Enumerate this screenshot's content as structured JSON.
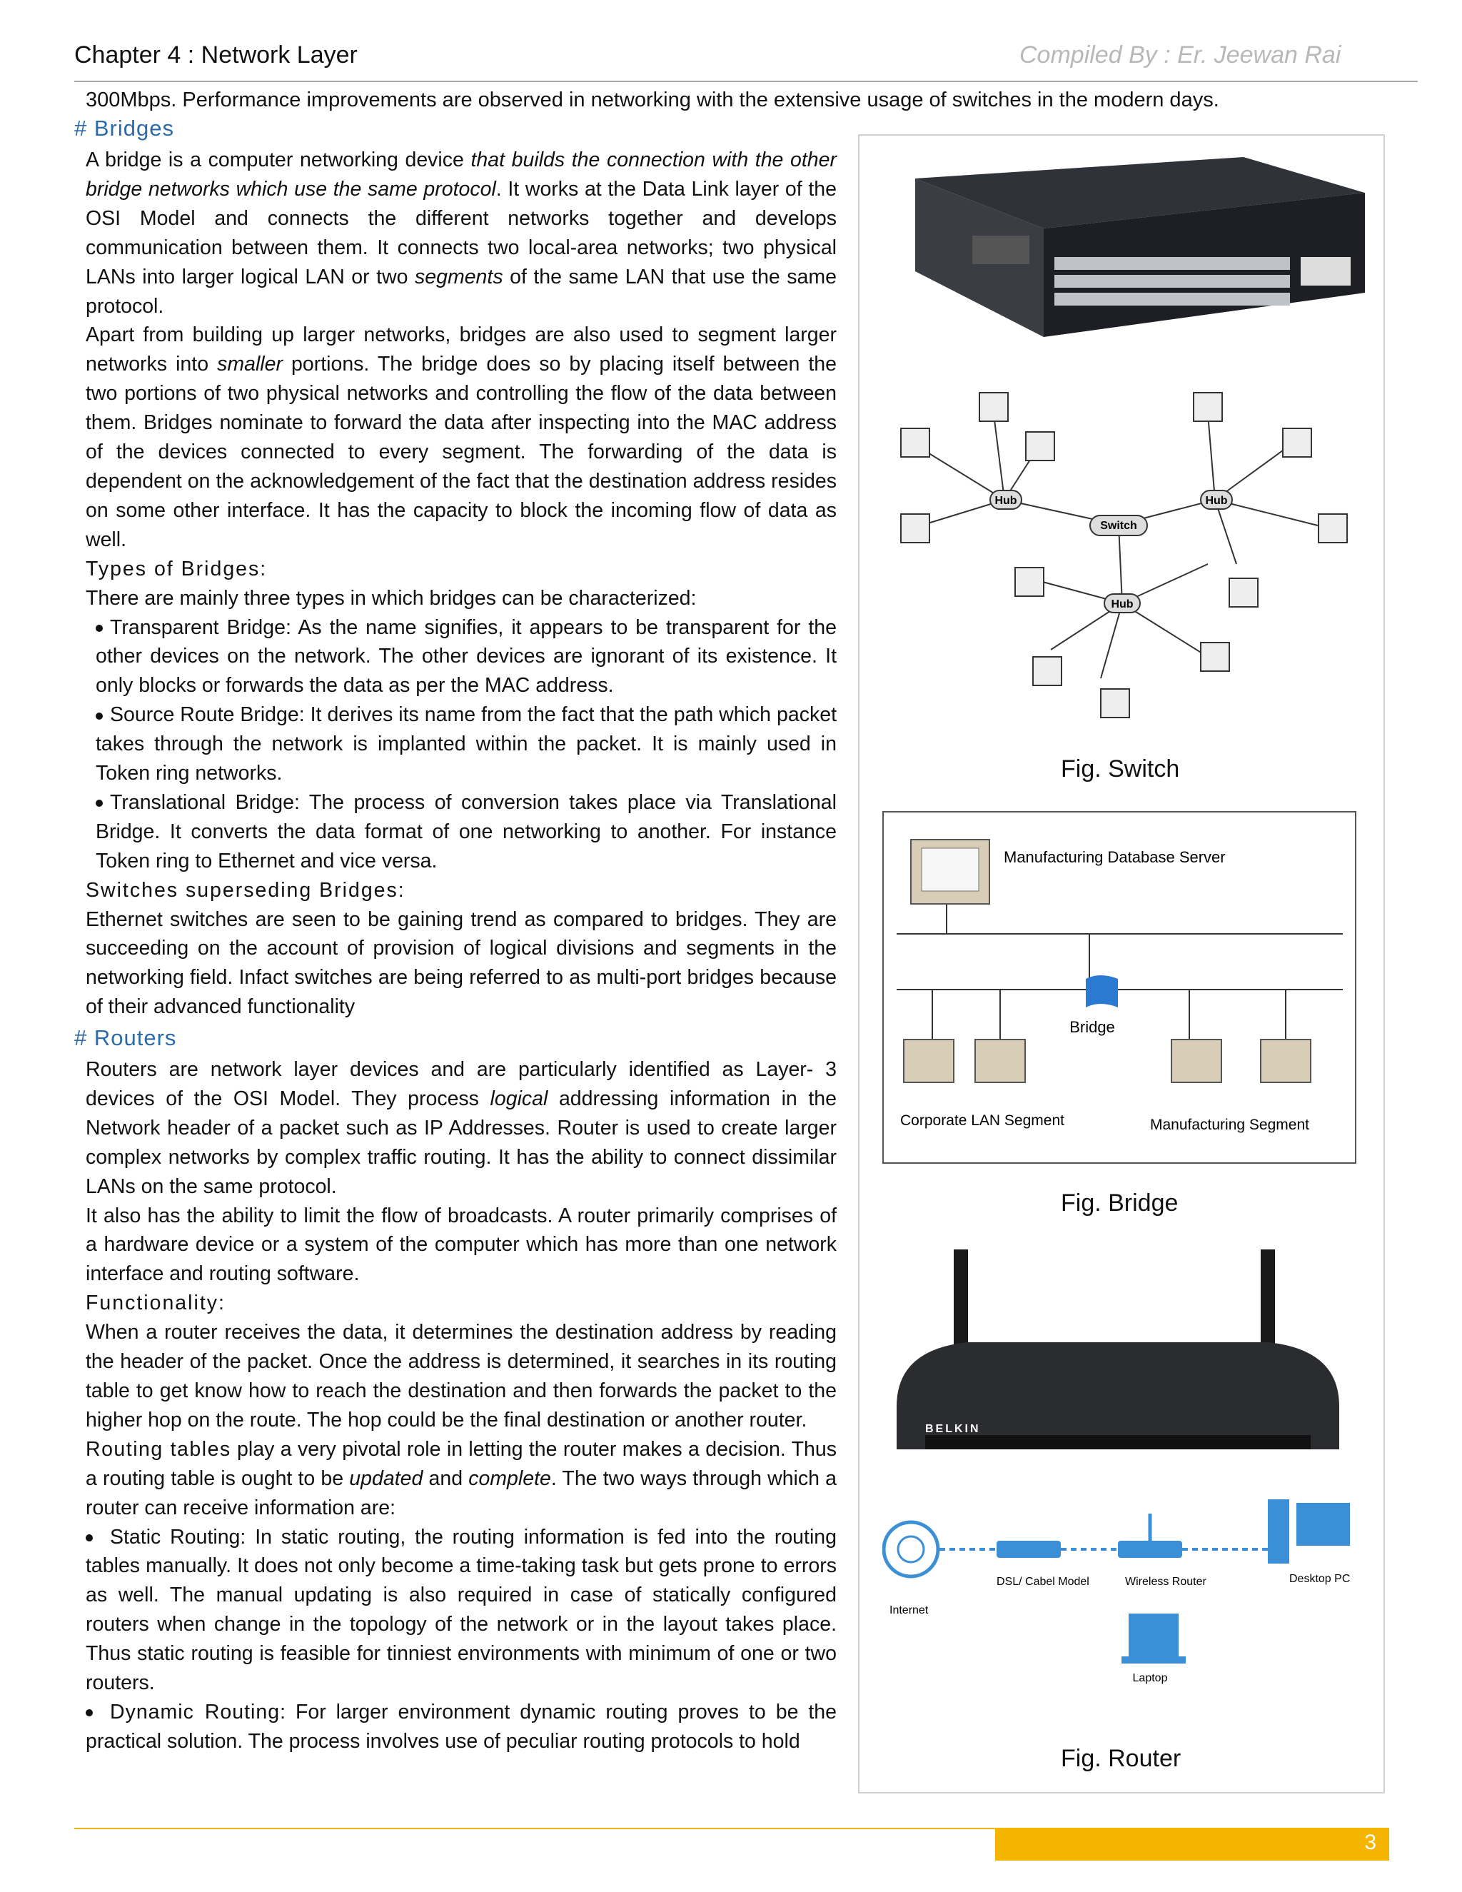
{
  "header": {
    "left": "Chapter 4 : Network Layer",
    "right": "Compiled By : Er. Jeewan Rai"
  },
  "first_line": "300Mbps. Performance improvements are observed in networking with the extensive usage of switches in the modern days.",
  "bridges": {
    "heading": "# Bridges",
    "p1a": "A bridge is a computer networking device ",
    "p1b": "that builds the connection with the other bridge networks which use the same protocol",
    "p1c": ". It works at the Data Link layer of the OSI Model and connects the different networks together and develops communication between them. It connects two local-area networks; two physical LANs into larger logical LAN or two ",
    "p1d": "segments",
    "p1e": " of the same LAN that use the same protocol.",
    "p2a": "Apart from building up larger networks, bridges are also used to segment larger networks into ",
    "p2b": "smaller",
    "p2c": " portions. The bridge does so by placing itself between the two portions of two physical networks and controlling the flow of the data between them. Bridges nominate to forward the data after inspecting into the MAC address of the devices connected to every segment. The forwarding of the data is dependent on the acknowledgement of the fact that the destination address resides on some other interface. It has the capacity to block the incoming flow of data as well.",
    "types_heading": "Types of Bridges:",
    "types_intro": "There are mainly three types in which bridges can be characterized:",
    "transparent_label": "Transparent Bridge:",
    "transparent_text": " As the name signifies, it appears to be transparent for the other devices on the network. The other devices are ignorant of its existence. It only blocks or forwards the data as per the MAC address.",
    "source_label": "Source Route Bridge:",
    "source_text": " It derives its name from the fact that the path which packet takes through the network is implanted within the packet. It is mainly used in Token ring networks.",
    "translational_label": "Translational Bridge:",
    "translational_text": " The process of conversion takes place via Translational Bridge. It converts the data format of one networking to another. For instance Token ring to Ethernet and vice versa.",
    "switches_heading": "Switches superseding Bridges:",
    "switches_a": "Ethernet switches are seen to be gaining trend as compared to bridges. They are succeeding on the account of provision of logical divisions and segments in the networking field. Infact switches are being referred to as ",
    "switches_b": "multi-port bridges",
    "switches_c": " because of their advanced functionality"
  },
  "routers": {
    "heading": "# Routers",
    "p1a": "Routers are network layer devices and are particularly identified as Layer- 3 devices of the OSI Model. They process ",
    "p1b": "logical",
    "p1c": " addressing information in the Network header of a packet such as IP Addresses. Router is used to create larger complex networks by complex traffic routing. It has the ability to connect dissimilar LANs on the same protocol.",
    "p2": "It also has the ability to limit the flow of broadcasts. A router primarily comprises of a hardware device or a system of the computer which has more than one network interface and routing software.",
    "func_heading": "Functionality:",
    "func_a": "When a router receives the data, it determines the destination address by reading the header of the packet. Once the address is determined, it searches in its ",
    "func_b": "routing table",
    "func_c": " to get know how to reach the destination and then forwards the packet to the higher hop on the route. The hop could be the final destination or another router.",
    "rt_a": "Routing tables",
    "rt_b": " play a very pivotal role in letting the router makes a decision. Thus a routing table is ought to be ",
    "rt_c": "updated",
    "rt_d": " and ",
    "rt_e": "complete",
    "rt_f": ". The two ways through which a router can receive information are:",
    "static_label": "Static Routing",
    "static_text": ": In static routing, the routing information is fed into the routing tables manually. It does not only become a time-taking task but gets prone to errors as well. The manual updating is also required in case of statically configured routers when change in the topology of the network or in the layout takes place. Thus static routing is feasible for tinniest environments with minimum of one or two routers.",
    "dynamic_label": "Dynamic Routing",
    "dynamic_text": ": For larger environment dynamic routing proves to be the practical solution. The process involves use of peculiar routing protocols to hold"
  },
  "figures": {
    "switch_caption": "Fig. Switch",
    "bridge_caption": "Fig. Bridge",
    "router_caption": "Fig. Router",
    "switch_labels": {
      "hub": "Hub",
      "switch": "Switch"
    },
    "bridge_labels": {
      "server": "Manufacturing Database Server",
      "bridge": "Bridge",
      "corporate": "Corporate LAN Segment",
      "manufacturing": "Manufacturing Segment"
    },
    "router_brand": "BELKIN",
    "router_labels": {
      "internet": "Internet",
      "modem": "DSL/ Cabel Model",
      "router": "Wireless Router",
      "desktop": "Desktop PC",
      "laptop": "Laptop"
    }
  },
  "footer": {
    "page": "3"
  }
}
